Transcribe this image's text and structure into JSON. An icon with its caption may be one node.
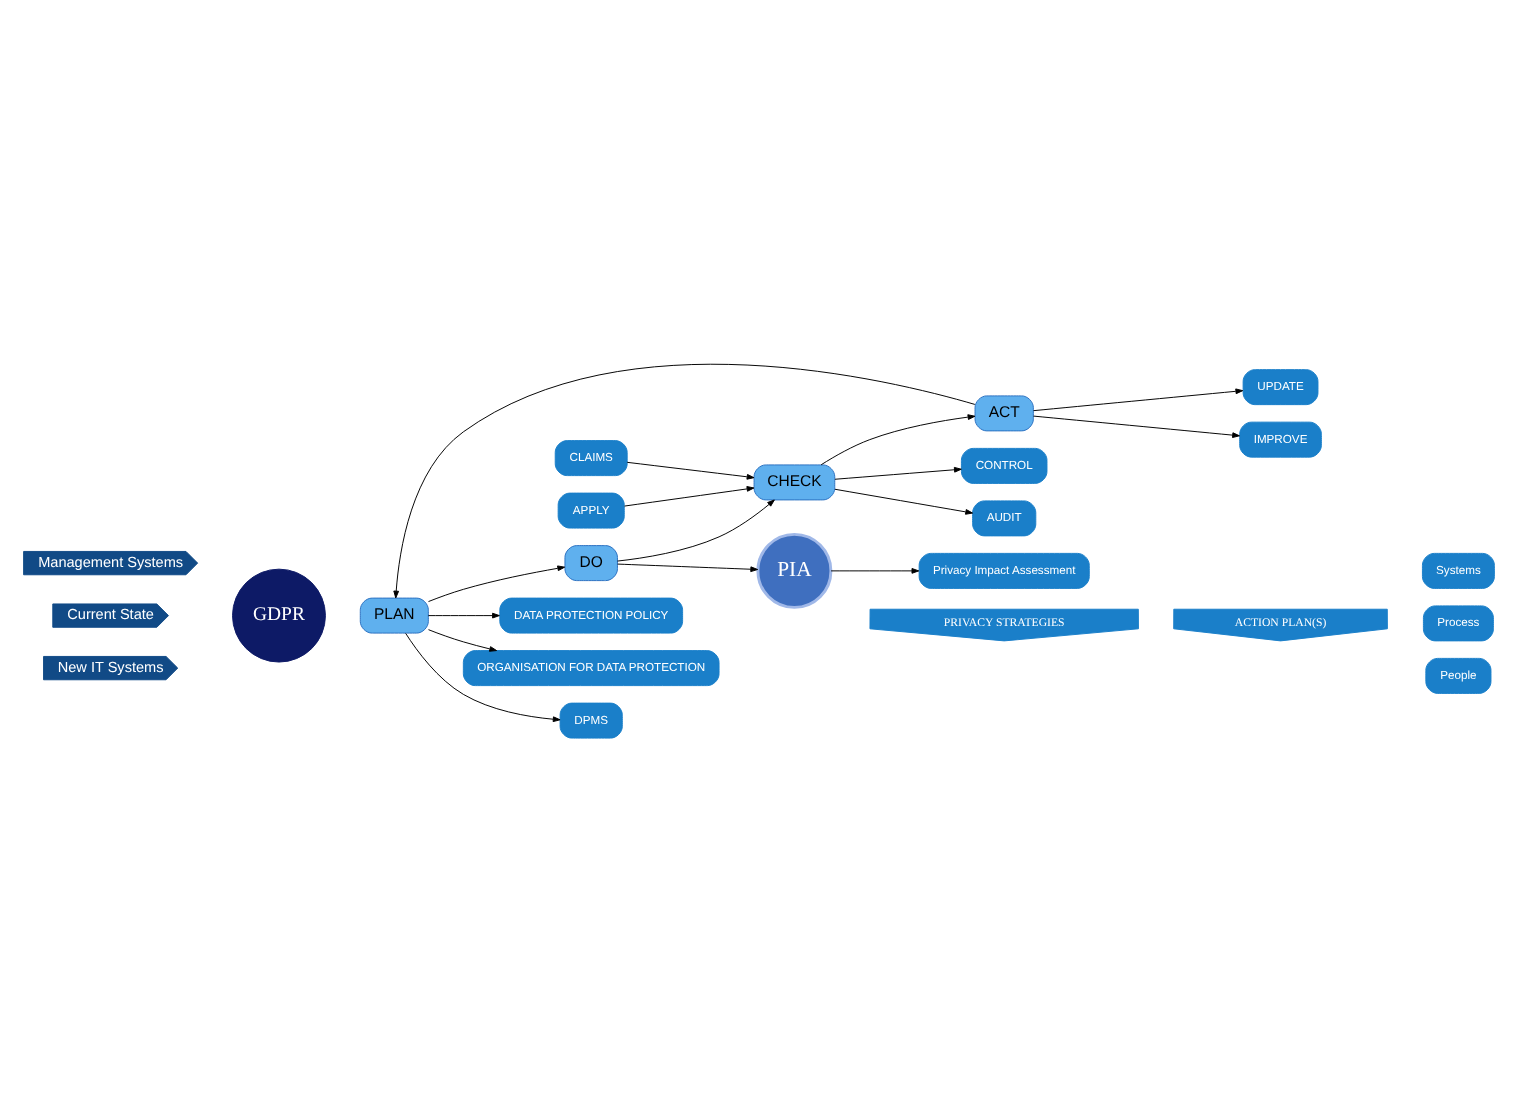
{
  "diagram": {
    "nodes": [
      {
        "text": [
          "GDPR"
        ]
      },
      {
        "text": [
          "ACT"
        ]
      },
      {
        "text": [
          "PLAN"
        ]
      },
      {
        "text": [
          "DO"
        ]
      },
      {
        "text": [
          "CHECK"
        ]
      },
      {
        "text": [
          "UPDATE"
        ]
      },
      {
        "text": [
          "IMPROVE"
        ]
      },
      {
        "text": [
          "DATA PROTECTION POLICY"
        ]
      },
      {
        "text": [
          "ORGANISATION FOR DATA PROTECTION"
        ]
      },
      {
        "text": [
          "DPMS"
        ]
      },
      {
        "text": [
          "Management Systems"
        ]
      },
      {
        "text": [
          "Current State"
        ]
      },
      {
        "text": [
          "New IT Systems"
        ]
      },
      {
        "text": [
          "CONTROL"
        ]
      },
      {
        "text": [
          "AUDIT"
        ]
      },
      {
        "text": [
          "CLAIMS"
        ]
      },
      {
        "text": [
          "APPLY"
        ]
      },
      {
        "text": [
          "PIA"
        ]
      },
      {
        "text": [
          "Privacy Impact Assessment"
        ]
      },
      {
        "text": [
          "PRIVACY STRATEGIES"
        ]
      },
      {
        "text": [
          "ACTION PLAN(S)"
        ]
      },
      {
        "text": [
          "Systems"
        ]
      },
      {
        "text": [
          "Process"
        ]
      },
      {
        "text": [
          "People"
        ]
      }
    ],
    "edges": [
      {
        "from": 1,
        "to": 2,
        "arrow": "to"
      },
      {
        "from": 2,
        "to": 3,
        "arrow": "to"
      },
      {
        "from": 3,
        "to": 4,
        "arrow": "to"
      },
      {
        "from": 4,
        "to": 1,
        "arrow": "to"
      },
      {
        "from": 1,
        "to": 6,
        "arrow": "to"
      },
      {
        "from": 1,
        "to": 5,
        "arrow": "to"
      },
      {
        "from": 2,
        "to": 7,
        "arrow": "to"
      },
      {
        "from": 2,
        "to": 8,
        "arrow": "to"
      },
      {
        "from": 2,
        "to": 9,
        "arrow": "to"
      },
      {
        "from": 3,
        "to": 17,
        "arrow": "to"
      },
      {
        "from": 17,
        "to": 18,
        "arrow": "to"
      },
      {
        "from": 4,
        "to": 13,
        "arrow": "to"
      },
      {
        "from": 4,
        "to": 14,
        "arrow": "to"
      },
      {
        "from": 15,
        "to": 4,
        "arrow": "to"
      },
      {
        "from": 16,
        "to": 4,
        "arrow": "to"
      }
    ]
  }
}
